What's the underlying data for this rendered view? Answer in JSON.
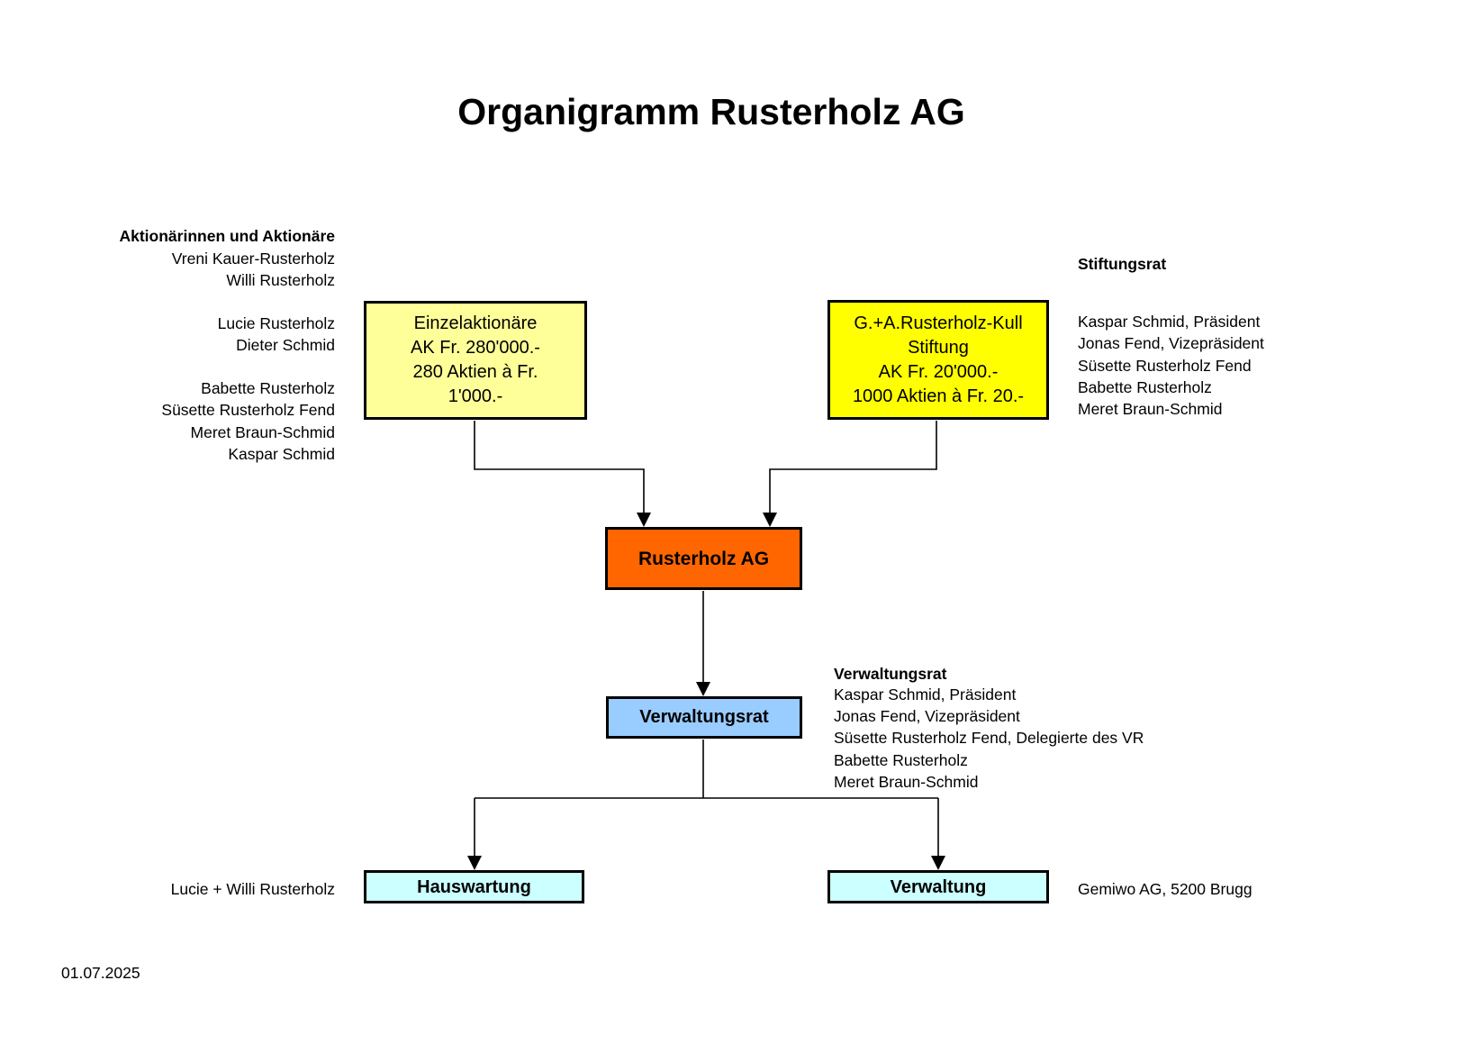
{
  "title": "Organigramm Rusterholz AG",
  "date": "01.07.2025",
  "shareholders": {
    "header": "Aktionärinnen und Aktionäre",
    "group1": [
      "Vreni Kauer-Rusterholz",
      "Willi Rusterholz"
    ],
    "group2": [
      "Lucie Rusterholz",
      "Dieter Schmid"
    ],
    "group3": [
      "Babette Rusterholz",
      "Süsette Rusterholz Fend",
      "Meret Braun-Schmid",
      "Kaspar Schmid"
    ]
  },
  "stiftungsrat": {
    "header": "Stiftungsrat",
    "members": [
      "Kaspar Schmid, Präsident",
      "Jonas Fend, Vizepräsident",
      "Süsette Rusterholz Fend",
      "Babette Rusterholz",
      "Meret Braun-Schmid"
    ]
  },
  "verwaltungsrat": {
    "header": "Verwaltungsrat",
    "members": [
      "Kaspar Schmid, Präsident",
      "Jonas Fend, Vizepräsident",
      "Süsette Rusterholz Fend, Delegierte des VR",
      "Babette Rusterholz",
      "Meret Braun-Schmid"
    ]
  },
  "boxes": {
    "einzelaktionaere": {
      "lines": [
        "Einzelaktionäre",
        "AK Fr. 280'000.-",
        "280 Aktien à Fr.",
        "1'000.-"
      ],
      "bg": "#FFFF99"
    },
    "stiftung": {
      "lines": [
        "G.+A.Rusterholz-Kull",
        "Stiftung",
        "AK Fr. 20'000.-",
        "1000 Aktien à Fr. 20.-"
      ],
      "bg": "#FFFF00"
    },
    "rusterholz_ag": {
      "label": "Rusterholz AG",
      "bg": "#FF6600"
    },
    "verwaltungsrat": {
      "label": "Verwaltungsrat",
      "bg": "#99CCFF"
    },
    "hauswartung": {
      "label": "Hauswartung",
      "bg": "#CCFFFF"
    },
    "verwaltung": {
      "label": "Verwaltung",
      "bg": "#CCFFFF"
    }
  },
  "annotations": {
    "hauswartung": "Lucie + Willi Rusterholz",
    "verwaltung": "Gemiwo AG, 5200 Brugg"
  },
  "colors": {
    "line": "#000000"
  }
}
